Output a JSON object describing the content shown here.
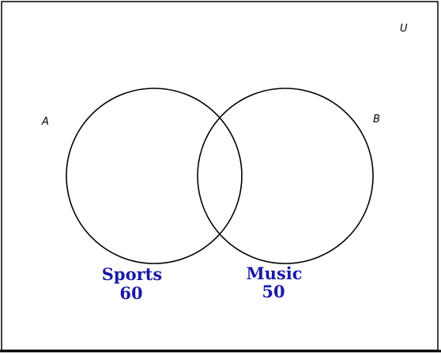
{
  "universe": {
    "label": "U"
  },
  "sets": [
    {
      "label": "A",
      "caption": "Sports",
      "count": "60"
    },
    {
      "label": "B",
      "caption": "Music",
      "count": "50"
    }
  ],
  "colors": {
    "outline": "#000000",
    "caption": "#1a1aa6"
  }
}
